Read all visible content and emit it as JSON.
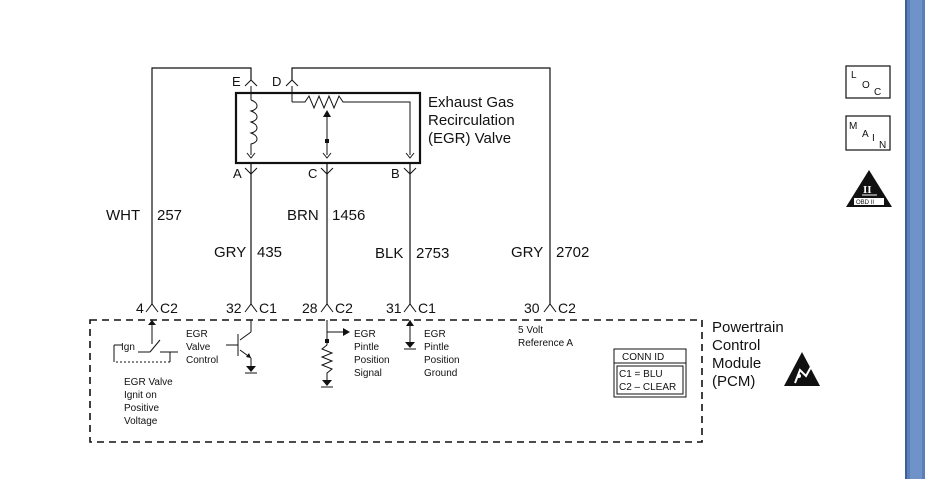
{
  "valve": {
    "name_line1": "Exhaust Gas",
    "name_line2": "Recirculation",
    "name_line3": "(EGR) Valve",
    "pins": {
      "e": "E",
      "d": "D",
      "a": "A",
      "c": "C",
      "b": "B"
    }
  },
  "wires": [
    {
      "color": "WHT",
      "circuit": "257"
    },
    {
      "color": "GRY",
      "circuit": "435"
    },
    {
      "color": "BRN",
      "circuit": "1456"
    },
    {
      "color": "BLK",
      "circuit": "2753"
    },
    {
      "color": "GRY",
      "circuit": "2702"
    }
  ],
  "pcm_pins": [
    {
      "pin": "4",
      "conn": "C2"
    },
    {
      "pin": "32",
      "conn": "C1"
    },
    {
      "pin": "28",
      "conn": "C2"
    },
    {
      "pin": "31",
      "conn": "C1"
    },
    {
      "pin": "30",
      "conn": "C2"
    }
  ],
  "pcm": {
    "name_line1": "Powertrain",
    "name_line2": "Control",
    "name_line3": "Module",
    "name_line4": "(PCM)",
    "ign_label": "Ign",
    "circuit_labels": {
      "ign_pos": [
        "EGR Valve",
        "Ignit on",
        "Positive",
        "Voltage"
      ],
      "valve_control": [
        "EGR",
        "Valve",
        "Control"
      ],
      "pintle_signal": [
        "EGR",
        "Pintle",
        "Position",
        "Signal"
      ],
      "pintle_ground": [
        "EGR",
        "Pintle",
        "Position",
        "Ground"
      ],
      "ref": [
        "5 Volt",
        "Reference A"
      ]
    }
  },
  "conn_id": {
    "title": "CONN ID",
    "line1": "C1 = BLU",
    "line2": "C2 – CLEAR"
  },
  "badges": {
    "loc": {
      "l": "L",
      "o": "O",
      "c": "C"
    },
    "main": {
      "m": "M",
      "a": "A",
      "i": "I",
      "n": "N"
    },
    "obd": {
      "numeral": "II",
      "caption": "OBD II"
    }
  }
}
